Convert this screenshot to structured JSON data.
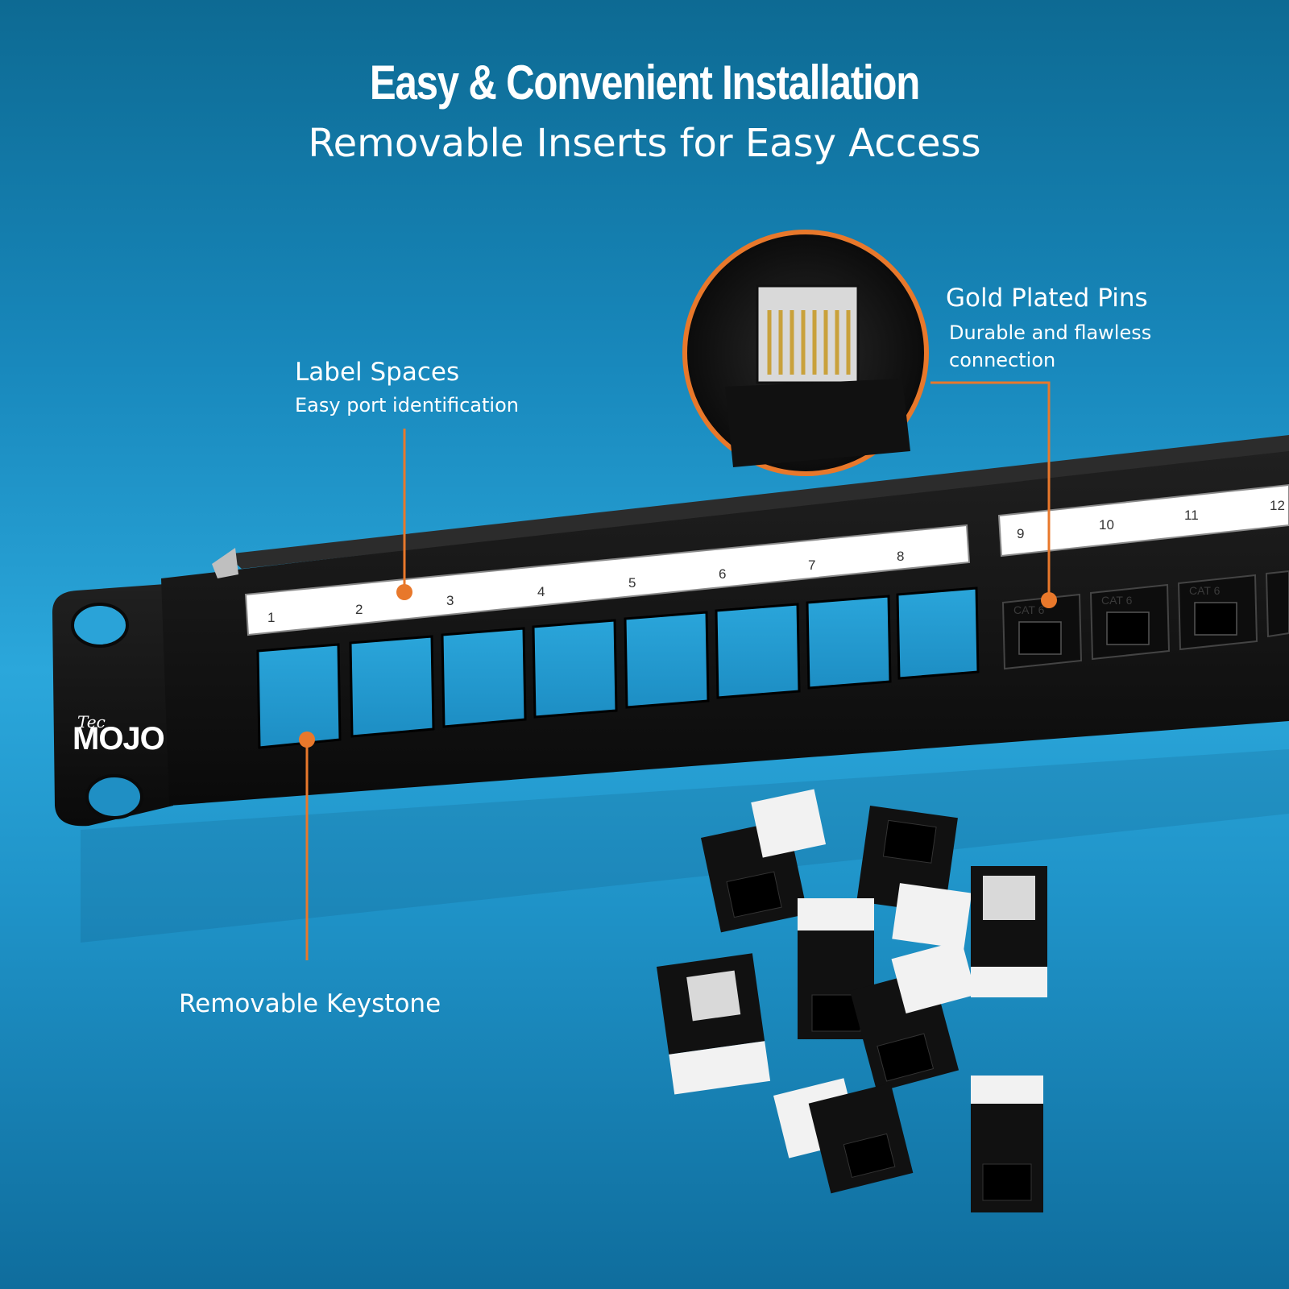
{
  "header": {
    "title": "Easy & Convenient Installation",
    "subtitle": "Removable Inserts for Easy Access"
  },
  "callouts": {
    "label_spaces": {
      "title": "Label Spaces",
      "description": "Easy port identification"
    },
    "gold_pins": {
      "title": "Gold Plated Pins",
      "description_line1": "Durable and flawless",
      "description_line2": "connection"
    },
    "removable_keystone": {
      "title": "Removable Keystone"
    }
  },
  "panel": {
    "port_labels": [
      "1",
      "2",
      "3",
      "4",
      "5",
      "6",
      "7",
      "8",
      "9",
      "10",
      "11",
      "12"
    ],
    "jack_marking": "CAT 6"
  },
  "brand": {
    "small": "Tec",
    "large": "MOJO"
  },
  "colors": {
    "accent_orange": "#e8782b",
    "panel_black": "#141414",
    "label_white": "#ffffff"
  }
}
